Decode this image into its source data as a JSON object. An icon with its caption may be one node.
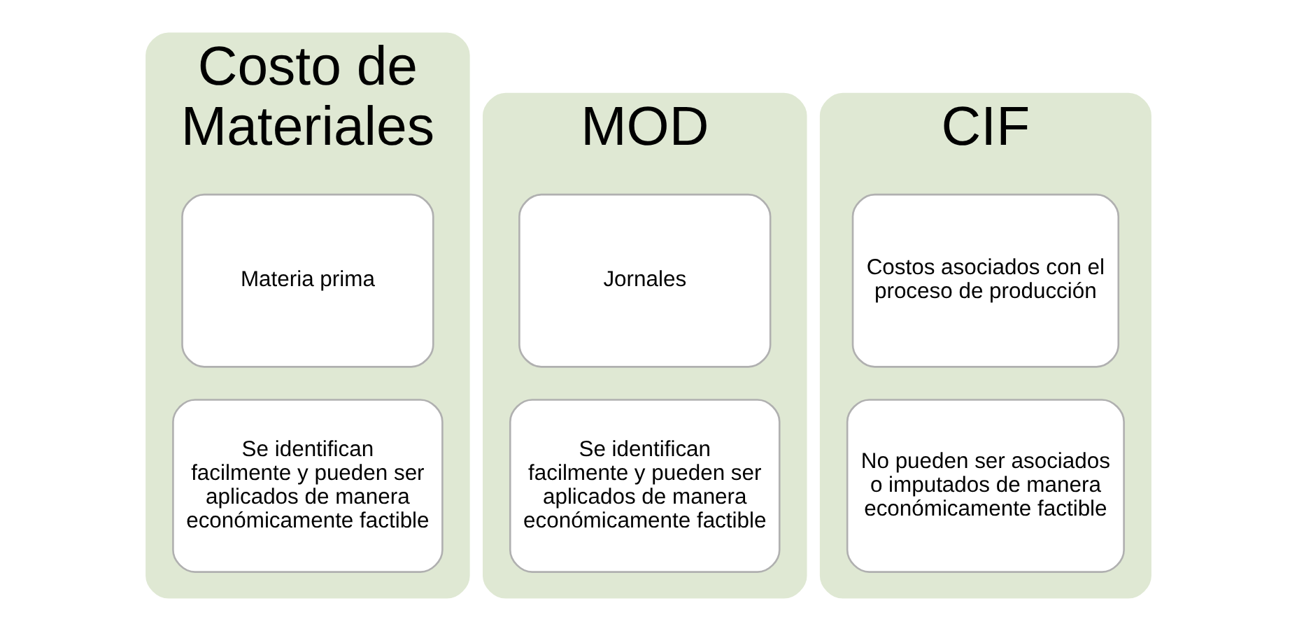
{
  "diagram": {
    "nodes": [
      {
        "text": [
          "Costo de Materiales"
        ]
      },
      {
        "text": [
          "Materia prima"
        ],
        "in": 0
      },
      {
        "text": [
          "Se identifican facilmente y pueden ser aplicados de manera económicamente factible"
        ],
        "in": 0
      },
      {
        "text": [
          "MOD"
        ]
      },
      {
        "text": [
          "Jornales"
        ],
        "in": 3
      },
      {
        "text": [
          "Se identifican facilmente y pueden ser aplicados de manera económicamente factible"
        ],
        "in": 3
      },
      {
        "text": [
          "CIF"
        ]
      },
      {
        "text": [
          "Costos asociados con el proceso de producción"
        ],
        "in": 6
      },
      {
        "text": [
          "No pueden ser asociados o imputados de manera económicamente factible"
        ],
        "in": 6
      }
    ],
    "edges": []
  }
}
